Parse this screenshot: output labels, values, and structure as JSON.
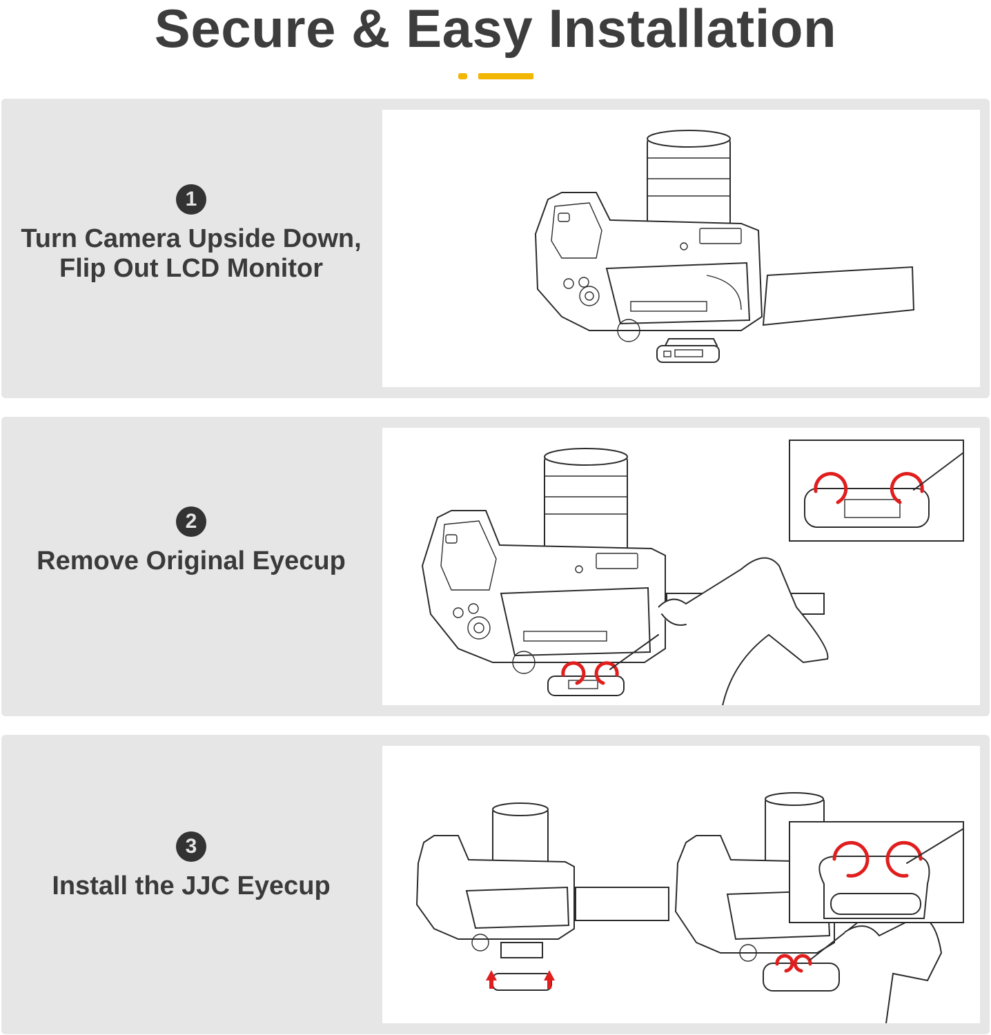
{
  "page": {
    "title": "Secure & Easy Installation",
    "accent_color": "#f2b705"
  },
  "steps": [
    {
      "number": "1",
      "label": "Turn Camera Upside Down,\nFlip Out LCD Monitor"
    },
    {
      "number": "2",
      "label": "Remove Original Eyecup"
    },
    {
      "number": "3",
      "label": "Install the JJC Eyecup"
    }
  ],
  "colors": {
    "panel_bg": "#e6e6e6",
    "illustration_bg": "#ffffff",
    "arrow_red": "#e01e1e",
    "badge": "#333333"
  }
}
